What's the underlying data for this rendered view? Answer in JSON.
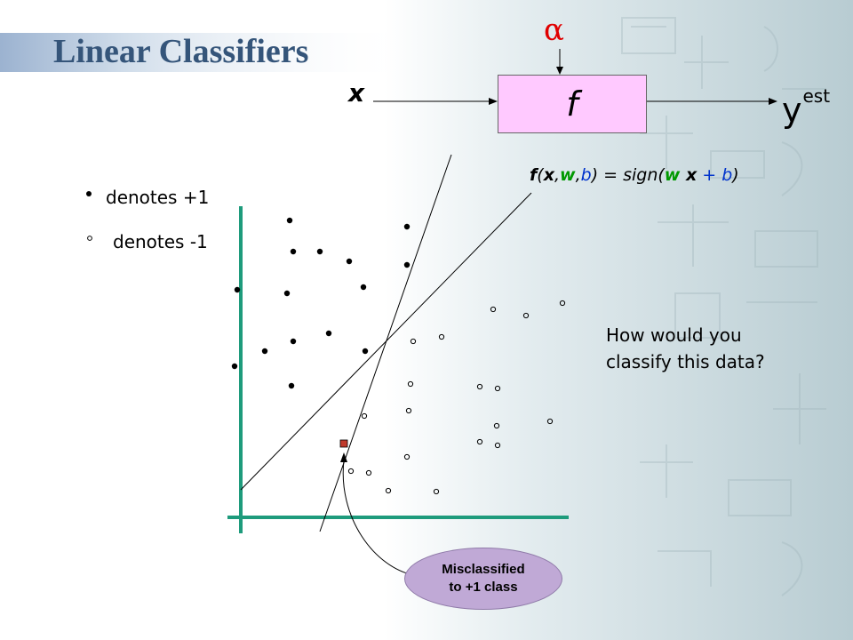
{
  "slide": {
    "title": "Linear Classifiers",
    "alpha": "α",
    "input": "x",
    "function": "f",
    "output": {
      "base": "y",
      "superscript": "est"
    },
    "formula": {
      "f": "f",
      "open": "(",
      "x": "x",
      "comma1": ",",
      "w": "w",
      "comma2": ",",
      "b": "b",
      "mid": ") = sign(",
      "w2": "w",
      "x2": " x",
      "plus": " + ",
      "b2": "b",
      "close": ")"
    }
  },
  "legend": [
    {
      "marker": "•",
      "label": "denotes +1"
    },
    {
      "marker": "◦",
      "label": "denotes -1"
    }
  ],
  "question": [
    "How would you",
    "classify this data?"
  ],
  "callout": [
    "Misclassified",
    "to +1 class"
  ],
  "colors": {
    "title": "#35557a",
    "alpha": "#e00000",
    "function_box": "#ffc9ff",
    "axes": "#1e9b7c",
    "callout": "#c0a9d6",
    "misclassified_point": "#c0392b"
  },
  "chart_data": {
    "type": "scatter",
    "series": [
      {
        "name": "denotes +1",
        "marker": "filled-dot",
        "points": [
          [
            326,
            248
          ],
          [
            458,
            255
          ],
          [
            330,
            283
          ],
          [
            360,
            283
          ],
          [
            393,
            294
          ],
          [
            458,
            298
          ],
          [
            267,
            326
          ],
          [
            323,
            330
          ],
          [
            409,
            323
          ],
          [
            370,
            375
          ],
          [
            330,
            384
          ],
          [
            298,
            395
          ],
          [
            411,
            395
          ],
          [
            264,
            412
          ],
          [
            328,
            434
          ]
        ]
      },
      {
        "name": "denotes -1",
        "marker": "open-circle",
        "points": [
          [
            555,
            348
          ],
          [
            592,
            355
          ],
          [
            633,
            341
          ],
          [
            465,
            384
          ],
          [
            497,
            379
          ],
          [
            462,
            432
          ],
          [
            540,
            435
          ],
          [
            560,
            437
          ],
          [
            460,
            462
          ],
          [
            410,
            468
          ],
          [
            559,
            479
          ],
          [
            619,
            474
          ],
          [
            540,
            497
          ],
          [
            560,
            501
          ],
          [
            458,
            514
          ],
          [
            395,
            530
          ],
          [
            415,
            532
          ],
          [
            437,
            552
          ],
          [
            491,
            553
          ]
        ]
      }
    ],
    "misclassified_point": [
      387,
      499
    ]
  }
}
